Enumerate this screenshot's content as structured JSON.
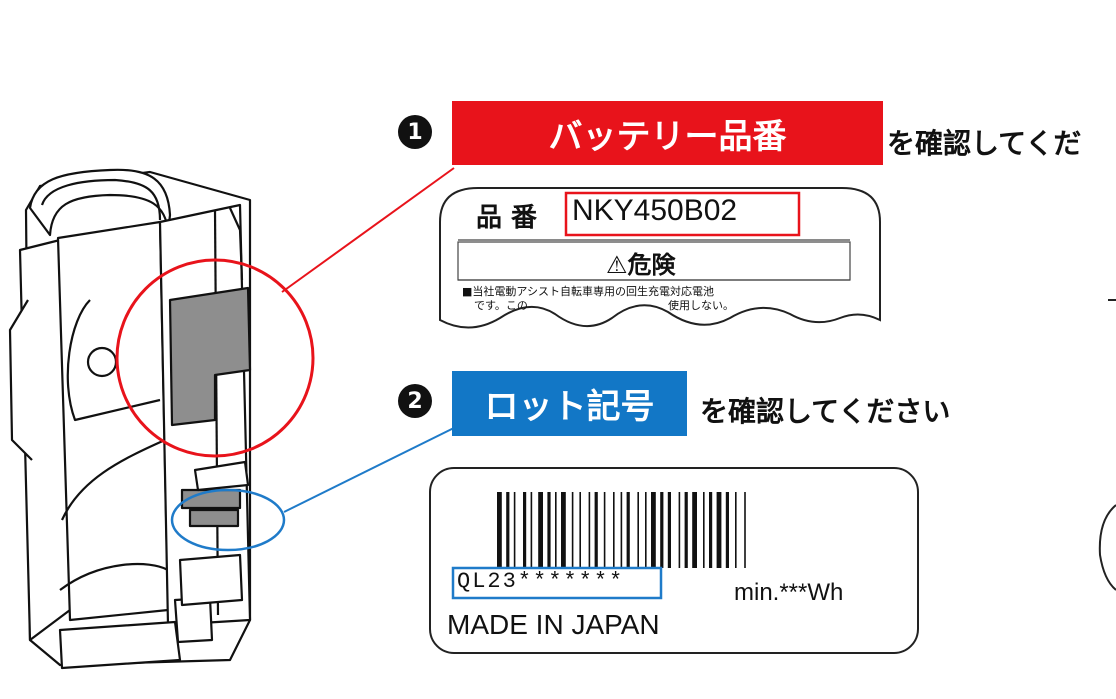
{
  "step1": {
    "number": "1",
    "banner_text": "バッテリー品番",
    "tail_text": "を確認してくだ",
    "banner_color": "#e8131b"
  },
  "label1": {
    "part_label": "品 番",
    "part_number": "NKY450B02",
    "danger_text": "⚠危険",
    "fine_print_line1": "■当社電動アシスト自転車専用の回生充電対応電池",
    "fine_print_line2": "です。この",
    "fine_print_line2b": "使用しない。"
  },
  "step2": {
    "number": "2",
    "banner_text": "ロット記号",
    "tail_text": "を確認してください",
    "banner_color": "#1277c6"
  },
  "label2": {
    "lot_code": "QL23*******",
    "capacity": "min.***Wh",
    "origin": "MADE IN JAPAN"
  },
  "colors": {
    "highlight_red": "#e8131b",
    "highlight_blue": "#1f7bc9",
    "battery_gray": "#8e8e8e"
  }
}
